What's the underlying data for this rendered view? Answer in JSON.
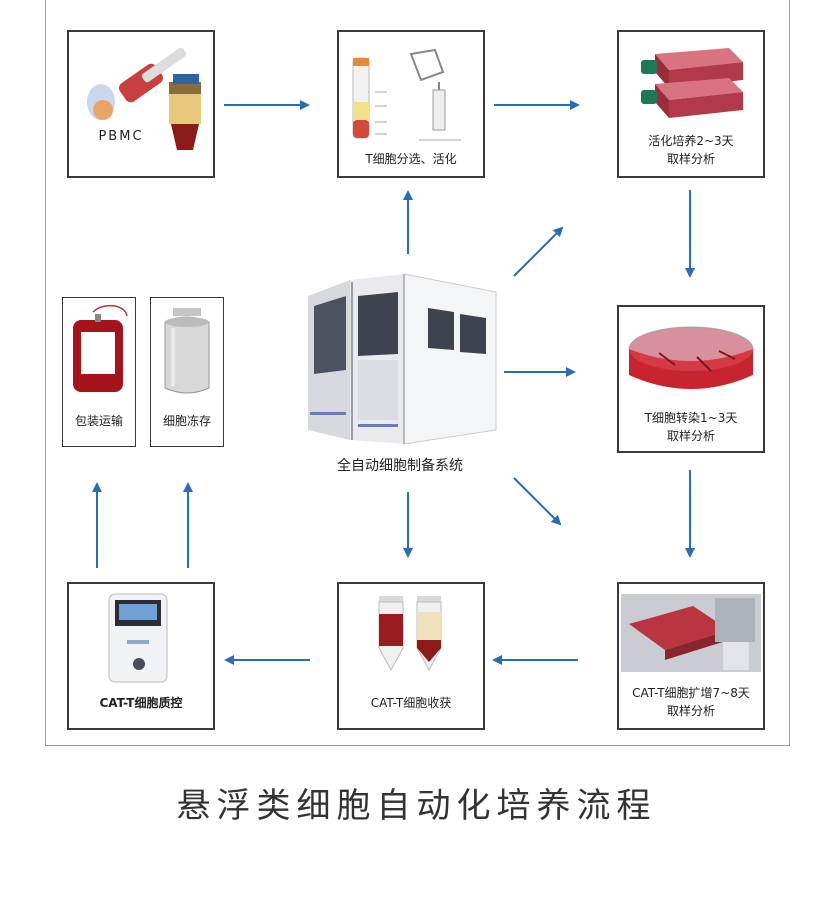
{
  "title": "悬浮类细胞自动化培养流程",
  "center_system": "全自动细胞制备系统",
  "steps": {
    "pbmc": "PBMC",
    "selection": "T细胞分选、活化",
    "activation_culture": "活化培养2~3天\n取样分析",
    "transduction": "T细胞转染1~3天\n取样分析",
    "expansion": "CAT-T细胞扩增7~8天\n取样分析",
    "harvest": "CAT-T细胞收获",
    "quality_control": "CAT-T细胞质控",
    "packaging": "包装运输",
    "cryopreservation": "细胞冻存"
  },
  "colors": {
    "arrow": "#2a6db0",
    "border": "#3a3a3a",
    "frame": "#9a9a9a"
  }
}
